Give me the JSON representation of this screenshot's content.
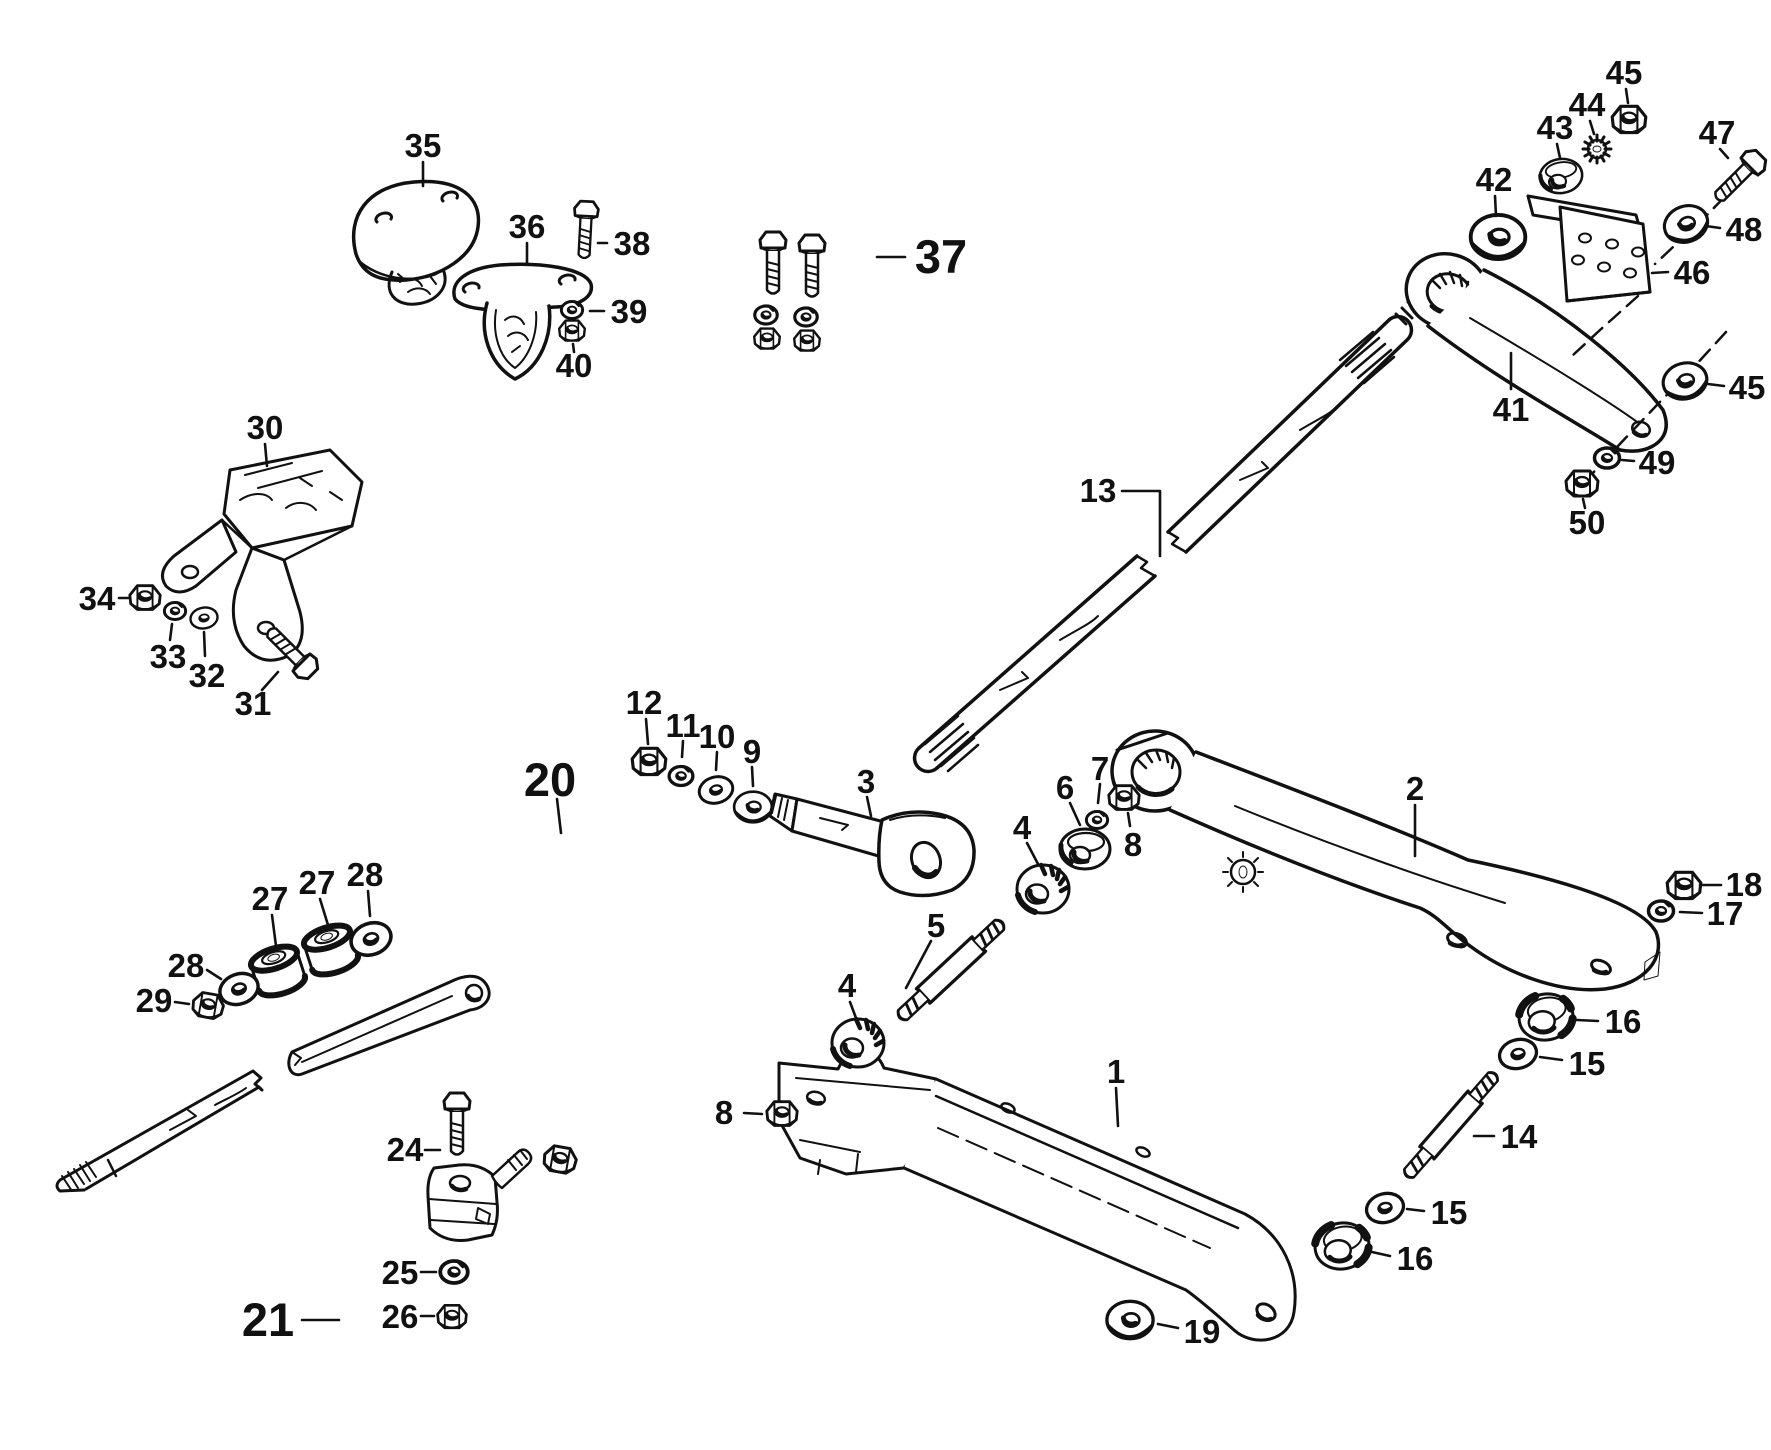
{
  "figure": {
    "kind": "exploded-parts-diagram",
    "background_color": "#ffffff",
    "ink_color": "#111111",
    "boxed_kits": [
      "37",
      "20",
      "21"
    ]
  },
  "callouts": {
    "c1": "1",
    "c2": "2",
    "c3": "3",
    "c4a": "4",
    "c4b": "4",
    "c5": "5",
    "c6": "6",
    "c7": "7",
    "c8a": "8",
    "c8b": "8",
    "c9": "9",
    "c10": "10",
    "c11": "11",
    "c12": "12",
    "c13": "13",
    "c14": "14",
    "c15a": "15",
    "c15b": "15",
    "c16a": "16",
    "c16b": "16",
    "c17": "17",
    "c18": "18",
    "c19": "19",
    "c20": "20",
    "c21": "21",
    "c24": "24",
    "c25": "25",
    "c26": "26",
    "c27a": "27",
    "c27b": "27",
    "c28a": "28",
    "c28b": "28",
    "c29": "29",
    "c30": "30",
    "c31": "31",
    "c32": "32",
    "c33": "33",
    "c34": "34",
    "c35": "35",
    "c36": "36",
    "c37": "37",
    "c38": "38",
    "c39": "39",
    "c40": "40",
    "c41": "41",
    "c42": "42",
    "c43": "43",
    "c44": "44",
    "c45a": "45",
    "c45b": "45",
    "c46": "46",
    "c47": "47",
    "c48": "48",
    "c49": "49",
    "c50": "50"
  }
}
